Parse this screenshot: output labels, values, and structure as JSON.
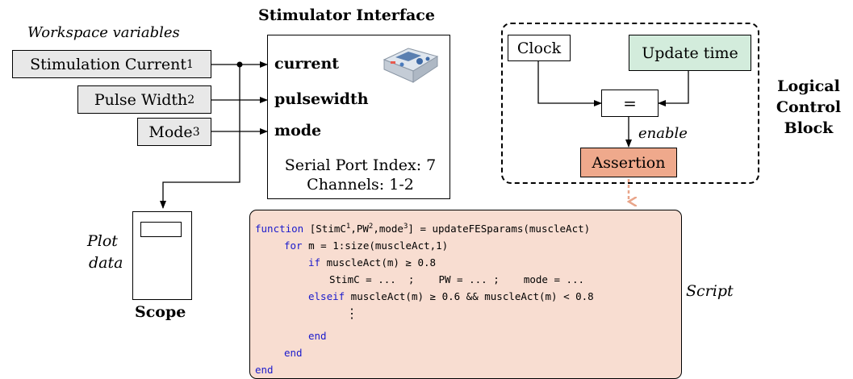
{
  "workspace": {
    "heading": "Workspace variables",
    "variables": [
      {
        "label": "Stimulation Current",
        "sup": "1"
      },
      {
        "label": "Pulse Width",
        "sup": "2"
      },
      {
        "label": "Mode",
        "sup": "3"
      }
    ]
  },
  "stimulator": {
    "title": "Stimulator Interface",
    "ports": [
      "current",
      "pulsewidth",
      "mode"
    ],
    "serial": "Serial Port Index: 7",
    "channels": "Channels: 1-2"
  },
  "scope": {
    "label": "Scope",
    "side_label": [
      "Plot",
      "data"
    ]
  },
  "logic": {
    "clock": "Clock",
    "update": "Update time",
    "equals": "=",
    "enable": "enable",
    "assertion": "Assertion",
    "block_label": [
      "Logical",
      "Control",
      "Block"
    ]
  },
  "script": {
    "label": "Script",
    "lines": {
      "l1_kw": "function",
      "l1_a": " [StimC",
      "l1_s1": "1",
      "l1_b": ",PW",
      "l1_s2": "2",
      "l1_c": ",mode",
      "l1_s3": "3",
      "l1_d": "] = updateFESparams(muscleAct)",
      "l2_kw": "for",
      "l2_t": " m = 1:size(muscleAct,1)",
      "l3_kw": "if",
      "l3_t": " muscleAct(m) ≥ 0.8",
      "l4_t": "StimC = ...  ;    PW = ... ;    mode = ...",
      "l5_kw": "elseif",
      "l5_t": " muscleAct(m) ≥ 0.6 && muscleAct(m) < 0.8",
      "l6_t": "⋮",
      "l7_kw": "end",
      "l8_kw": "end",
      "l9_kw": "end"
    }
  },
  "colors": {
    "gray_fill": "#e8e8e8",
    "green_fill": "#d3ecdc",
    "assertion_fill": "#efa98c",
    "script_fill": "#f8ddd1",
    "dashed_arrow": "#e9a58a",
    "keyword": "#1a1acc"
  }
}
